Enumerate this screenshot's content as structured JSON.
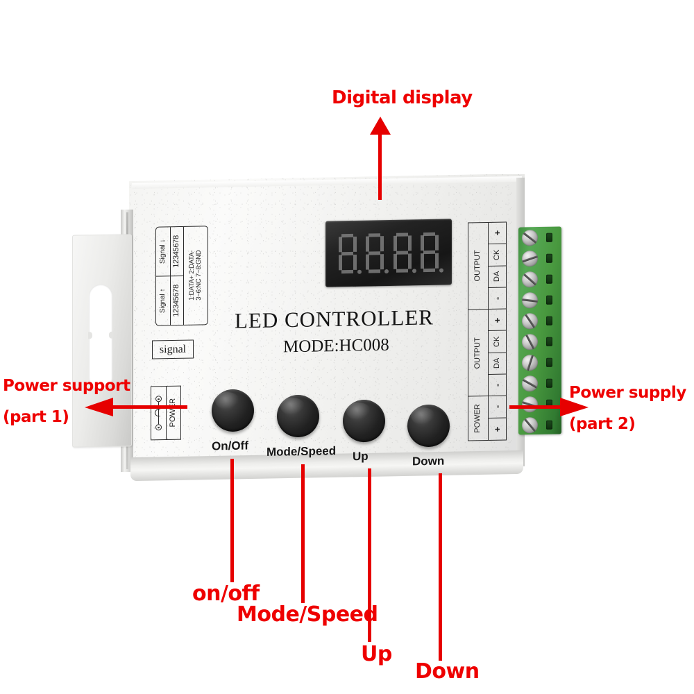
{
  "image": {
    "subject": "LED CONTROLLER product photo with red callout annotations",
    "accent_color": "#ee0000",
    "background": "#ffffff"
  },
  "annotations": [
    {
      "id": "digital-display",
      "label": "Digital display",
      "arrow": "up"
    },
    {
      "id": "power-support",
      "label_line1": "Power support",
      "label_line2": "(part 1)",
      "arrow": "left"
    },
    {
      "id": "power-supply",
      "label_line1": "Power supply",
      "label_line2": "(part 2)",
      "arrow": "right"
    },
    {
      "id": "on-off",
      "label": "on/off",
      "arrow": "line"
    },
    {
      "id": "mode-speed",
      "label": "Mode/Speed",
      "arrow": "line"
    },
    {
      "id": "up",
      "label": "Up",
      "arrow": "line"
    },
    {
      "id": "down",
      "label": "Down",
      "arrow": "line"
    }
  ],
  "device": {
    "title": "LED  CONTROLLER",
    "model_label": "MODE:HC008",
    "signal_box_label": "signal",
    "power_jack_label": "POWER",
    "display": {
      "type": "7-segment",
      "digits": 4,
      "value": "8.8.8.8.",
      "lit": false
    },
    "signal_table": {
      "col_signal": [
        "Signal",
        "Signal"
      ],
      "col_signal_arrows": [
        "↓",
        "↑"
      ],
      "col_pins": [
        "12345678",
        "12345678"
      ],
      "map_line1": "1:DATA+ 2:DATA-",
      "map_line2": "3~6:NC  7~8:GND"
    },
    "terminal_legend": {
      "groups": [
        {
          "name": "OUTPUT",
          "pins": [
            "+",
            "CK",
            "DA",
            "-"
          ]
        },
        {
          "name": "OUTPUT",
          "pins": [
            "+",
            "CK",
            "DA",
            "-"
          ]
        },
        {
          "name": "POWER",
          "pins": [
            "-",
            "+"
          ]
        }
      ]
    },
    "terminal_block": {
      "count": 10,
      "color": "#49993f"
    },
    "buttons": [
      {
        "name": "on-off",
        "label": "On/Off"
      },
      {
        "name": "mode-speed",
        "label": "Mode/Speed"
      },
      {
        "name": "up",
        "label": "Up"
      },
      {
        "name": "down",
        "label": "Down"
      }
    ]
  }
}
